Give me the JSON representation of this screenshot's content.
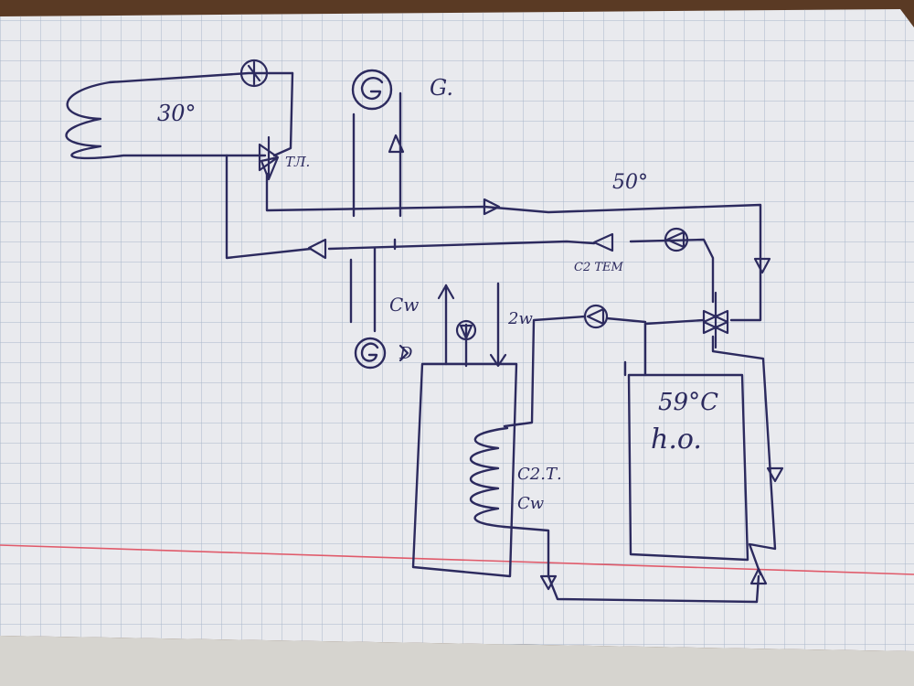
{
  "colors": {
    "ink": "#2c2a5e",
    "paper": "#e9eaee",
    "grid": "#a9b7c9",
    "margin_line": "#e05a6a",
    "desk": "#5a3a24"
  },
  "labels": {
    "coil_temp": "30°",
    "supply_temp": "50°",
    "generator_g": "G.",
    "valve_code": "ТЛ.",
    "sensor_code": "С2 ТЕМ",
    "cw_label": "Cw",
    "hw_label": "2w",
    "meter_d": "D",
    "tank_temp": "59°C",
    "tank_name": "h.o.",
    "boiler_coil_line1": "С2.Т.",
    "boiler_coil_line2": "Cw"
  },
  "icons": {
    "generator": "circle-g-icon",
    "pump": "pump-circle-icon",
    "three_way_valve": "three-way-valve-icon",
    "flow_arrow": "triangle-arrow-icon"
  }
}
